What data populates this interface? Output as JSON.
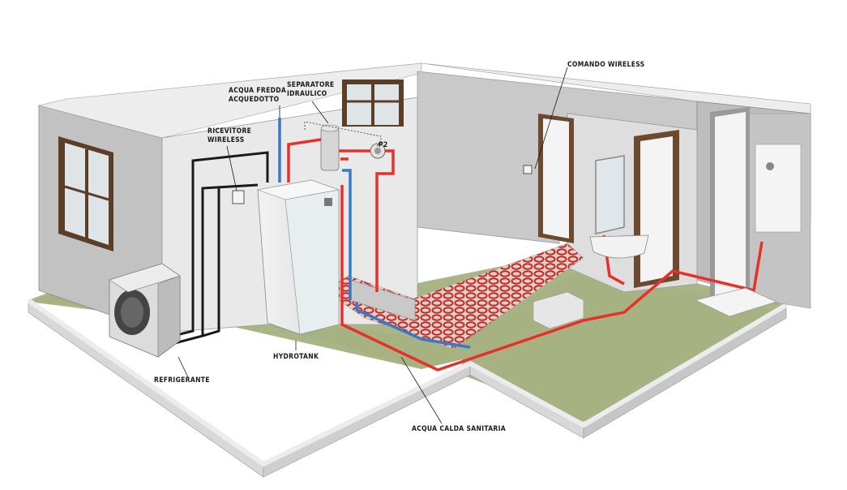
{
  "labels": {
    "acqua_fredda_1": "ACQUA FREDDA",
    "acqua_fredda_2": "ACQUEDOTTO",
    "separatore_1": "SEPARATORE",
    "separatore_2": "IDRAULICO",
    "ricevitore_1": "RICEVITORE",
    "ricevitore_2": "WIRELESS",
    "comando": "COMANDO WIRELESS",
    "p2": "P2",
    "hydrotank": "HYDROTANK",
    "refrigerante": "REFRIGERANTE",
    "acs": "ACQUA CALDA SANITARIA"
  },
  "colors": {
    "hot_pipe": "#e8302a",
    "cold_pipe": "#3a78c9",
    "refrigerant": "#1a1a1a",
    "floor": "#a9b585",
    "wall_light": "#e8e8e8",
    "wall_dark": "#b9b9b9",
    "door": "#6b4a2f"
  }
}
